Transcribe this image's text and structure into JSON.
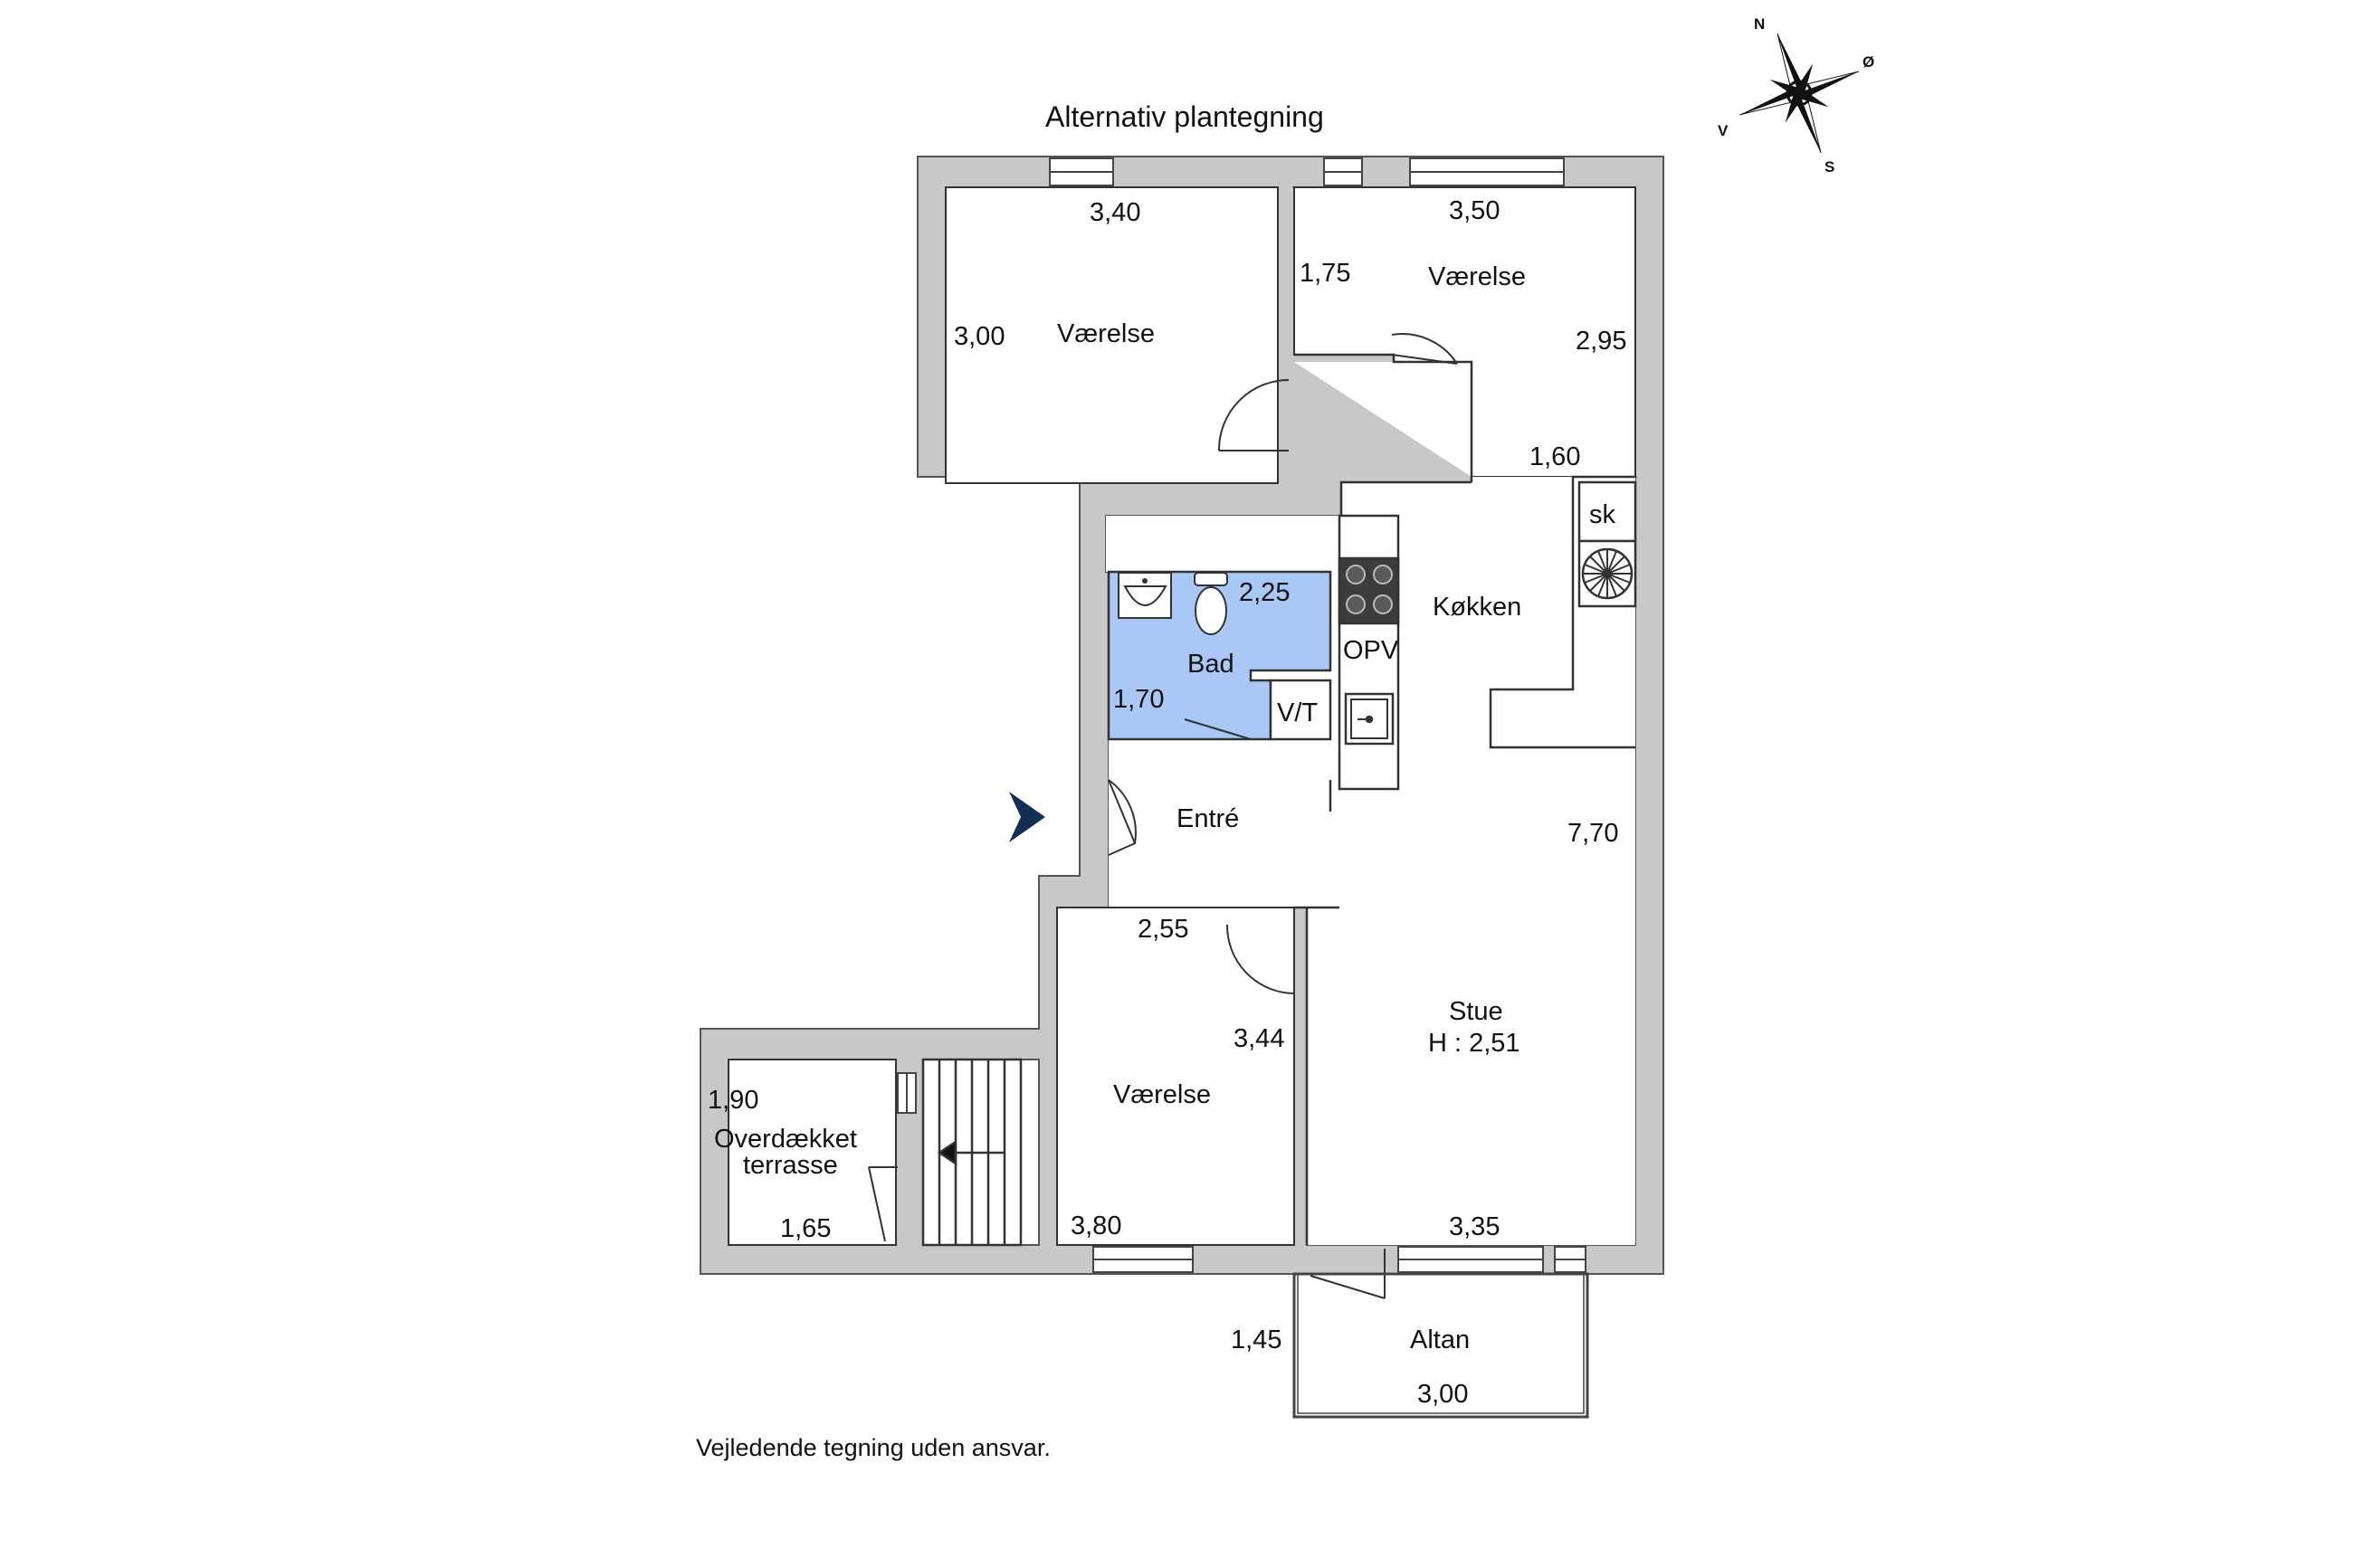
{
  "title": "Alternativ plantegning",
  "footer": "Vejledende tegning uden ansvar.",
  "compass": {
    "n": "N",
    "e": "Ø",
    "s": "S",
    "w": "V"
  },
  "colors": {
    "wall": "#c8c8c8",
    "bath": "#a9c8f6",
    "entry_arrow": "#142f55",
    "line": "#333333"
  },
  "rooms": {
    "vaerelse_1": {
      "name": "Værelse",
      "w": "3,40",
      "h": "3,00"
    },
    "vaerelse_2": {
      "name": "Værelse",
      "w": "3,50",
      "h_left": "1,75",
      "h_right": "2,95",
      "w_bottom": "1,60"
    },
    "koekken": {
      "name": "Køkken",
      "sk": "sk",
      "opv": "OPV"
    },
    "bad": {
      "name": "Bad",
      "w": "2,25",
      "h": "1,70",
      "vt": "V/T"
    },
    "entre": {
      "name": "Entré"
    },
    "stue": {
      "name": "Stue",
      "height": "H : 2,51",
      "len": "7,70",
      "w": "3,35"
    },
    "vaerelse_3": {
      "name": "Værelse",
      "w_top": "2,55",
      "h": "3,44",
      "w_bottom": "3,80"
    },
    "terrasse": {
      "name_1": "Overdækket",
      "name_2": "terrasse",
      "h": "1,90",
      "w": "1,65"
    },
    "altan": {
      "name": "Altan",
      "h": "1,45",
      "w": "3,00"
    }
  }
}
